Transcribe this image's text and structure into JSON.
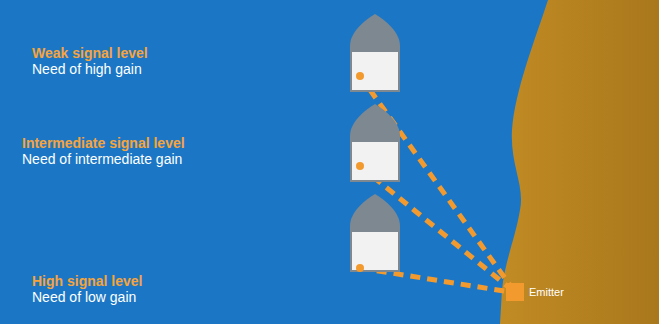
{
  "diagram": {
    "nodes": [
      {
        "text": [
          "Emitter"
        ]
      }
    ],
    "labels": [
      "Weak signal level",
      "Need of high gain",
      "Intermediate signal level",
      "Need of intermediate gain",
      "High signal level",
      "Need of low gain"
    ]
  }
}
